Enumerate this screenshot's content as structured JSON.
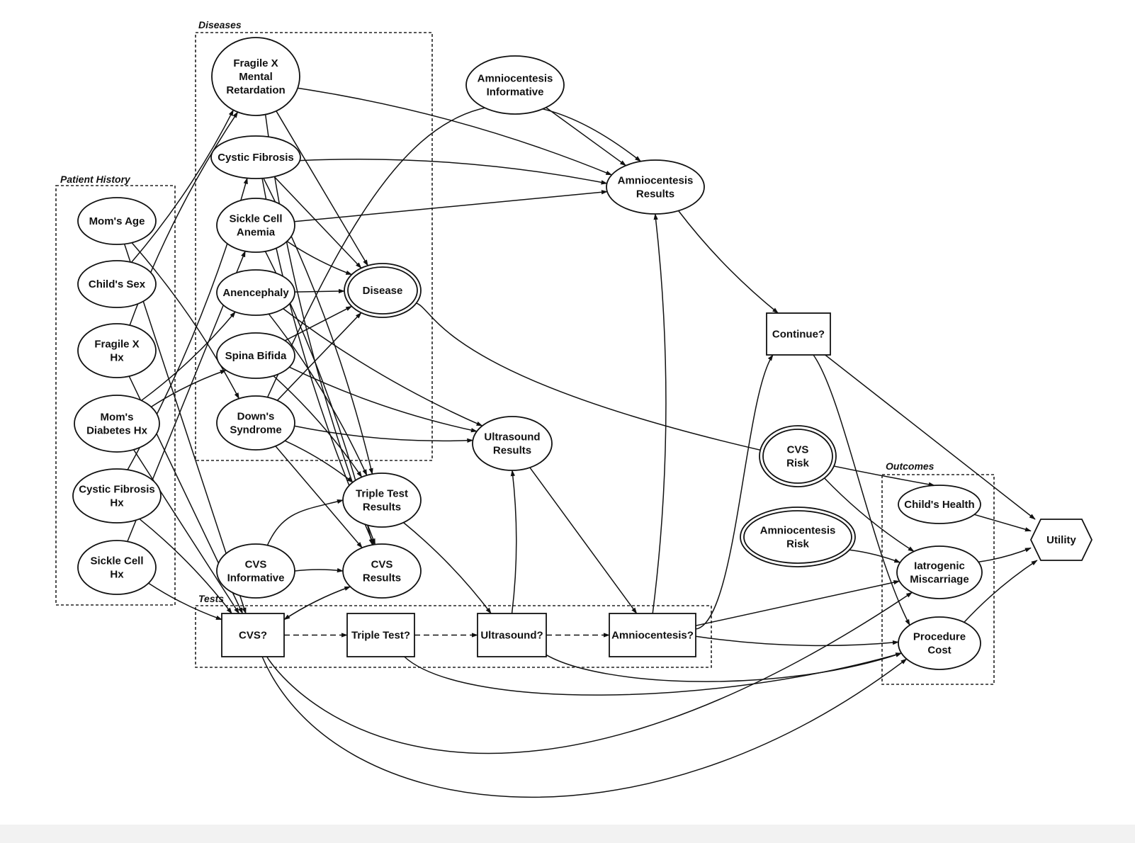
{
  "groups": {
    "patient_history": "Patient History",
    "diseases": "Diseases",
    "tests": "Tests",
    "outcomes": "Outcomes"
  },
  "nodes": {
    "moms_age": [
      "Mom's Age"
    ],
    "childs_sex": [
      "Child's Sex"
    ],
    "fragile_x_hx": [
      "Fragile X",
      "Hx"
    ],
    "moms_diabetes_hx": [
      "Mom's",
      "Diabetes Hx"
    ],
    "cystic_fibrosis_hx": [
      "Cystic Fibrosis",
      "Hx"
    ],
    "sickle_cell_hx": [
      "Sickle Cell",
      "Hx"
    ],
    "fragile_x_mr": [
      "Fragile X",
      "Mental",
      "Retardation"
    ],
    "cystic_fibrosis": [
      "Cystic Fibrosis"
    ],
    "sickle_cell_anemia": [
      "Sickle Cell",
      "Anemia"
    ],
    "anencephaly": [
      "Anencephaly"
    ],
    "spina_bifida": [
      "Spina Bifida"
    ],
    "downs_syndrome": [
      "Down's",
      "Syndrome"
    ],
    "disease": [
      "Disease"
    ],
    "amnio_informative": [
      "Amniocentesis",
      "Informative"
    ],
    "amnio_results": [
      "Amniocentesis",
      "Results"
    ],
    "continue": [
      "Continue?"
    ],
    "ultrasound_results": [
      "Ultrasound",
      "Results"
    ],
    "triple_test_results": [
      "Triple Test",
      "Results"
    ],
    "cvs_informative": [
      "CVS",
      "Informative"
    ],
    "cvs_results": [
      "CVS",
      "Results"
    ],
    "cvs_test": [
      "CVS?"
    ],
    "triple_test": [
      "Triple Test?"
    ],
    "ultrasound": [
      "Ultrasound?"
    ],
    "amniocentesis": [
      "Amniocentesis?"
    ],
    "cvs_risk": [
      "CVS",
      "Risk"
    ],
    "amnio_risk": [
      "Amniocentesis",
      "Risk"
    ],
    "childs_health": [
      "Child's Health"
    ],
    "iatrogenic_miscarriage": [
      "Iatrogenic",
      "Miscarriage"
    ],
    "procedure_cost": [
      "Procedure",
      "Cost"
    ],
    "utility": [
      "Utility"
    ]
  },
  "node_kinds": {
    "chance": [
      "moms_age",
      "childs_sex",
      "fragile_x_hx",
      "moms_diabetes_hx",
      "cystic_fibrosis_hx",
      "sickle_cell_hx",
      "fragile_x_mr",
      "cystic_fibrosis",
      "sickle_cell_anemia",
      "anencephaly",
      "spina_bifida",
      "downs_syndrome",
      "amnio_informative",
      "amnio_results",
      "ultrasound_results",
      "triple_test_results",
      "cvs_informative",
      "cvs_results",
      "childs_health",
      "iatrogenic_miscarriage",
      "procedure_cost"
    ],
    "deterministic": [
      "disease",
      "cvs_risk",
      "amnio_risk"
    ],
    "decision": [
      "continue",
      "cvs_test",
      "triple_test",
      "ultrasound",
      "amniocentesis"
    ],
    "value": [
      "utility"
    ]
  },
  "edges": [
    [
      "moms_age",
      "downs_syndrome"
    ],
    [
      "moms_age",
      "cvs_test"
    ],
    [
      "childs_sex",
      "fragile_x_mr"
    ],
    [
      "fragile_x_hx",
      "fragile_x_mr"
    ],
    [
      "fragile_x_hx",
      "cvs_test"
    ],
    [
      "moms_diabetes_hx",
      "anencephaly"
    ],
    [
      "moms_diabetes_hx",
      "spina_bifida"
    ],
    [
      "moms_diabetes_hx",
      "cvs_test"
    ],
    [
      "cystic_fibrosis_hx",
      "cystic_fibrosis"
    ],
    [
      "cystic_fibrosis_hx",
      "cvs_test"
    ],
    [
      "sickle_cell_hx",
      "sickle_cell_anemia"
    ],
    [
      "sickle_cell_hx",
      "cvs_test"
    ],
    [
      "fragile_x_mr",
      "amnio_results"
    ],
    [
      "fragile_x_mr",
      "disease"
    ],
    [
      "fragile_x_mr",
      "cvs_results"
    ],
    [
      "cystic_fibrosis",
      "amnio_results"
    ],
    [
      "cystic_fibrosis",
      "disease"
    ],
    [
      "cystic_fibrosis",
      "cvs_results"
    ],
    [
      "cystic_fibrosis",
      "triple_test_results"
    ],
    [
      "sickle_cell_anemia",
      "amnio_results"
    ],
    [
      "sickle_cell_anemia",
      "disease"
    ],
    [
      "sickle_cell_anemia",
      "cvs_results"
    ],
    [
      "anencephaly",
      "disease"
    ],
    [
      "anencephaly",
      "ultrasound_results"
    ],
    [
      "anencephaly",
      "triple_test_results"
    ],
    [
      "spina_bifida",
      "disease"
    ],
    [
      "spina_bifida",
      "ultrasound_results"
    ],
    [
      "spina_bifida",
      "triple_test_results"
    ],
    [
      "downs_syndrome",
      "disease"
    ],
    [
      "downs_syndrome",
      "ultrasound_results"
    ],
    [
      "downs_syndrome",
      "triple_test_results"
    ],
    [
      "downs_syndrome",
      "cvs_results"
    ],
    [
      "downs_syndrome",
      "amnio_results"
    ],
    [
      "disease",
      "childs_health"
    ],
    [
      "amnio_informative",
      "amnio_results"
    ],
    [
      "amnio_results",
      "continue"
    ],
    [
      "cvs_informative",
      "cvs_results"
    ],
    [
      "cvs_informative",
      "triple_test_results"
    ],
    [
      "cvs_results",
      "cvs_test"
    ],
    [
      "cvs_test",
      "cvs_results"
    ],
    [
      "cvs_test",
      "triple_test"
    ],
    [
      "cvs_test",
      "procedure_cost"
    ],
    [
      "cvs_test",
      "iatrogenic_miscarriage"
    ],
    [
      "triple_test",
      "ultrasound"
    ],
    [
      "triple_test",
      "procedure_cost"
    ],
    [
      "triple_test_results",
      "ultrasound"
    ],
    [
      "ultrasound",
      "amniocentesis"
    ],
    [
      "ultrasound",
      "ultrasound_results"
    ],
    [
      "ultrasound",
      "procedure_cost"
    ],
    [
      "ultrasound_results",
      "amniocentesis"
    ],
    [
      "amniocentesis",
      "amnio_results"
    ],
    [
      "amniocentesis",
      "continue"
    ],
    [
      "amniocentesis",
      "iatrogenic_miscarriage"
    ],
    [
      "amniocentesis",
      "procedure_cost"
    ],
    [
      "continue",
      "procedure_cost"
    ],
    [
      "continue",
      "utility"
    ],
    [
      "cvs_risk",
      "iatrogenic_miscarriage"
    ],
    [
      "amnio_risk",
      "iatrogenic_miscarriage"
    ],
    [
      "childs_health",
      "utility"
    ],
    [
      "iatrogenic_miscarriage",
      "utility"
    ],
    [
      "procedure_cost",
      "utility"
    ]
  ]
}
